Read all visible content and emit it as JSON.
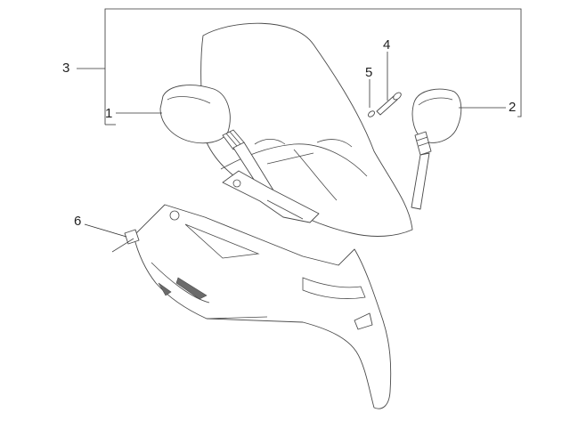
{
  "diagram": {
    "callouts": [
      {
        "id": "1",
        "label": "1"
      },
      {
        "id": "2",
        "label": "2"
      },
      {
        "id": "3",
        "label": "3"
      },
      {
        "id": "4",
        "label": "4"
      },
      {
        "id": "5",
        "label": "5"
      },
      {
        "id": "6",
        "label": "6"
      }
    ],
    "colors": {
      "line": "#4a4a4a",
      "bracket": "#333333",
      "shade": "#6b6b6b",
      "background": "#ffffff"
    }
  }
}
